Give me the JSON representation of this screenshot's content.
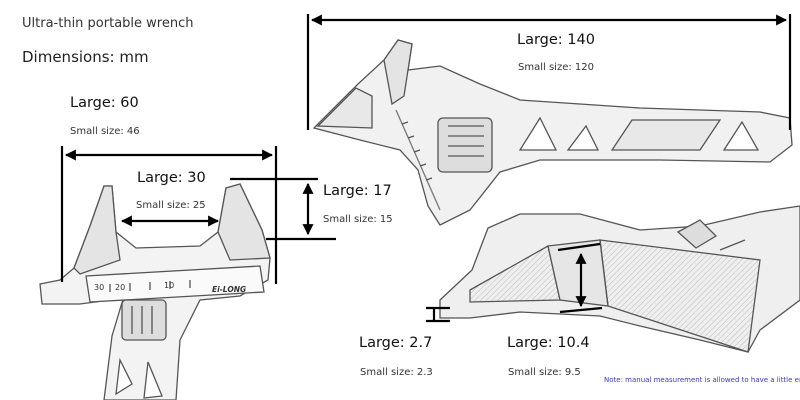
{
  "header": {
    "title": "Ultra-thin portable wrench",
    "dimensions_label": "Dimensions: mm"
  },
  "measurements": {
    "overall_length": {
      "large": "Large: 140",
      "small": "Small size: 120"
    },
    "head_width": {
      "large": "Large: 60",
      "small": "Small size: 46"
    },
    "jaw_opening": {
      "large": "Large: 30",
      "small": "Small size: 25"
    },
    "jaw_depth": {
      "large": "Large: 17",
      "small": "Small size: 15"
    },
    "tip_thickness": {
      "large": "Large: 2.7",
      "small": "Small size: 2.3"
    },
    "body_thickness": {
      "large": "Large: 10.4",
      "small": "Small size: 9.5"
    }
  },
  "note": "Note: manual measurement is allowed to have a little error;",
  "wrench": {
    "brand_mark": "Ei-LONG",
    "scale_marks": [
      "10",
      "20",
      "30"
    ]
  },
  "colors": {
    "line": "#000000",
    "sketch": "#555555",
    "note": "#3a3ab8"
  }
}
